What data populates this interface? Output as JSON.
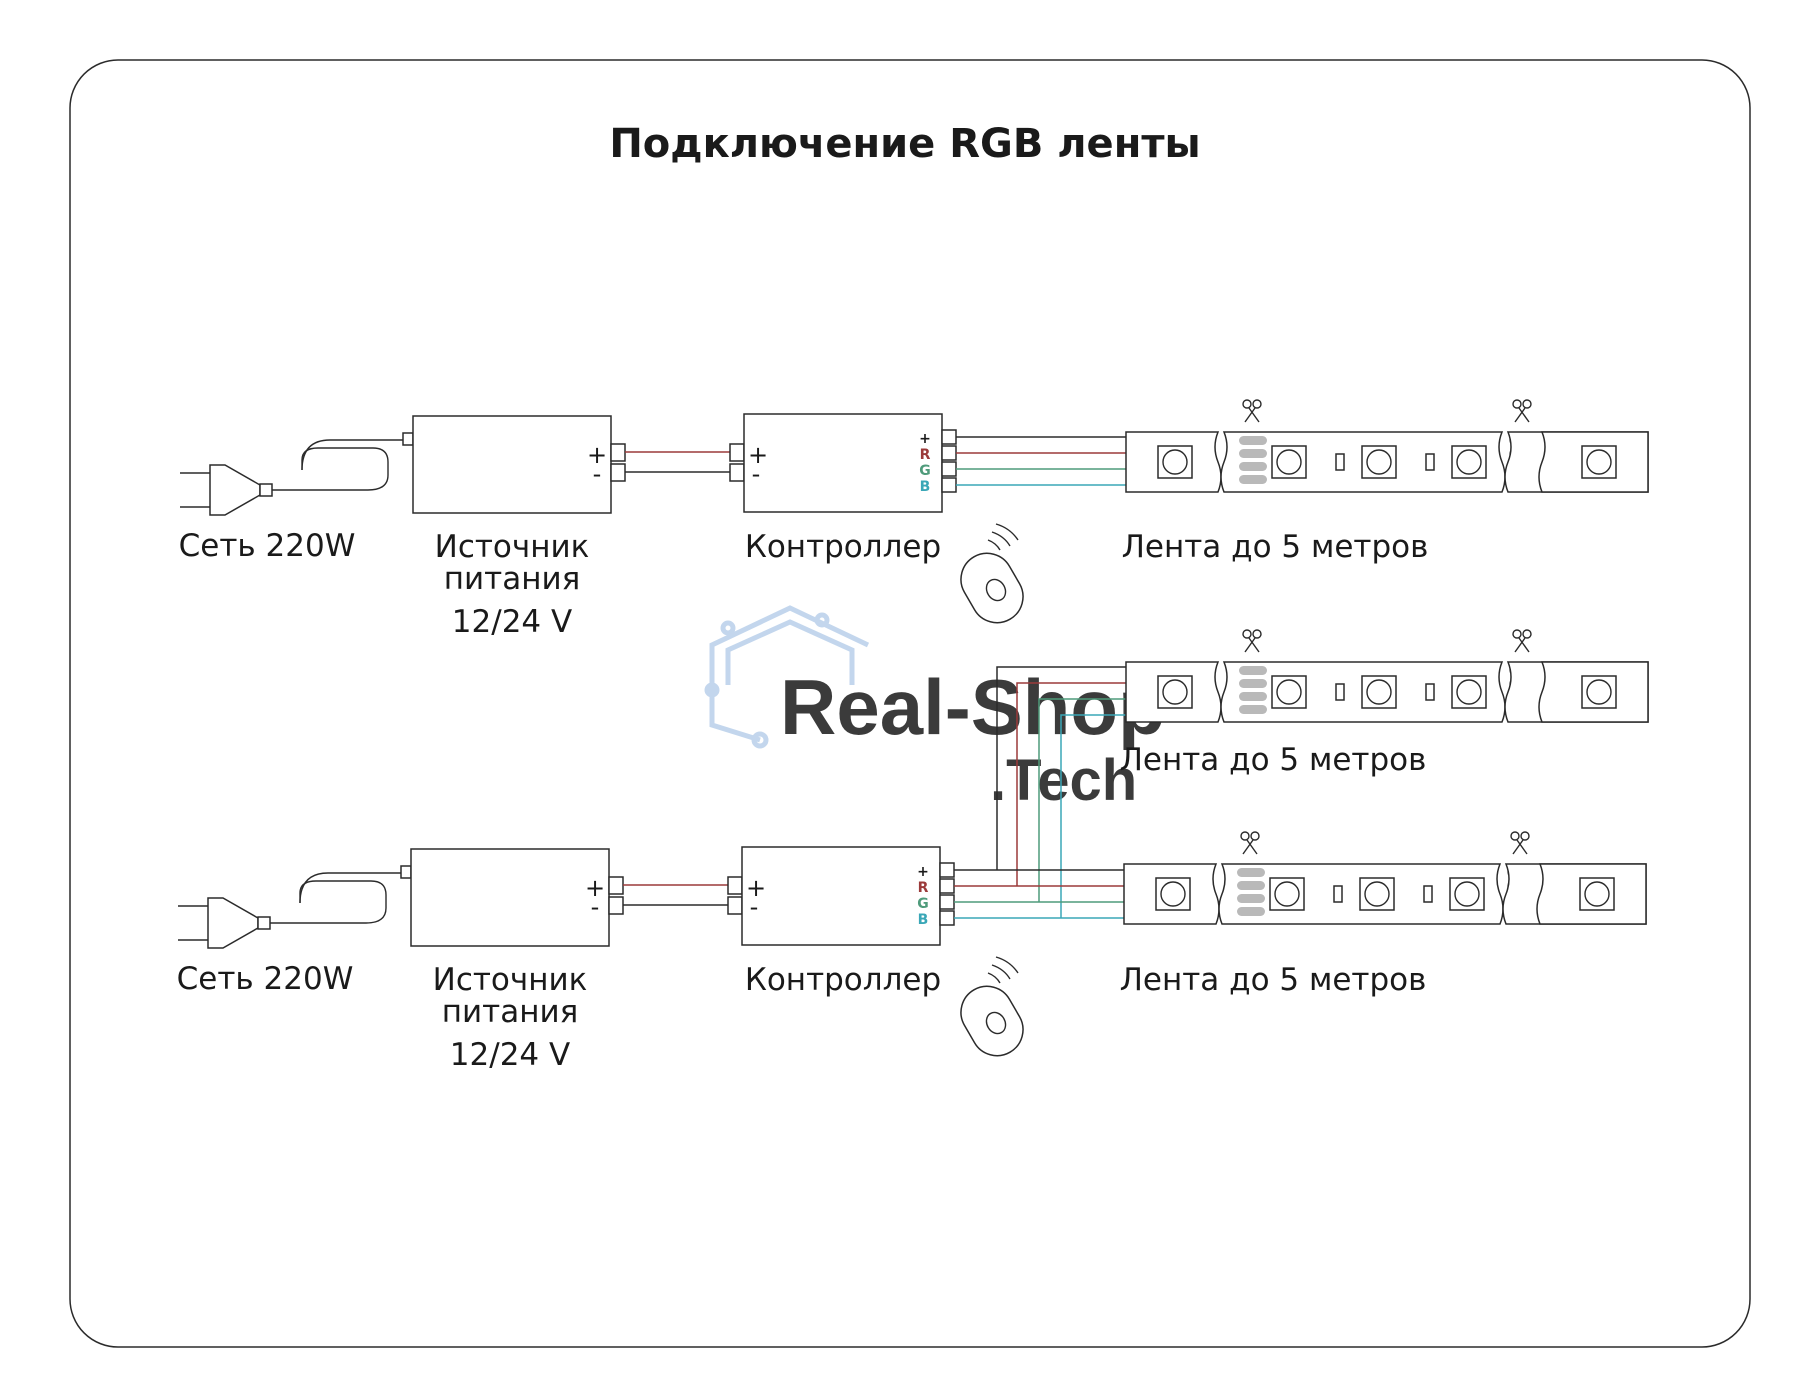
{
  "title": "Подключение RGB ленты",
  "colors": {
    "frame": "#2b2b2b",
    "wire_plus": "#2b2b2b",
    "wire_minus": "#2b2b2b",
    "wire_r": "#9b3a3a",
    "wire_g": "#4f9b7b",
    "wire_b": "#3aa7b7",
    "pad": "#b9b9b9",
    "watermark": "#a9d3ee"
  },
  "upper": {
    "mains_label": "Сеть 220W",
    "psu_label_line1": "Источник",
    "psu_label_line2": "питания",
    "psu_voltage": "12/24 V",
    "psu_plus": "+",
    "psu_minus": "-",
    "controller_in_plus": "+",
    "controller_in_minus": "-",
    "controller_label": "Контроллер",
    "out_pins": {
      "plus": "+",
      "r": "R",
      "g": "G",
      "b": "B"
    },
    "strip_label": "Лента до 5 метров"
  },
  "middle": {
    "strip_label": "Лента до 5 метров"
  },
  "lower": {
    "mains_label": "Сеть 220W",
    "psu_label_line1": "Источник",
    "psu_label_line2": "питания",
    "psu_voltage": "12/24 V",
    "psu_plus": "+",
    "psu_minus": "-",
    "controller_in_plus": "+",
    "controller_in_minus": "-",
    "controller_label": "Контроллер",
    "out_pins": {
      "plus": "+",
      "r": "R",
      "g": "G",
      "b": "B"
    },
    "strip_label": "Лента до 5 метров"
  },
  "watermark": {
    "line1": "Real-Shop",
    "line2": ".Tech"
  },
  "icons": {
    "plug": "plug-icon",
    "remote": "remote-icon",
    "signal": "signal-waves-icon",
    "scissors": "scissors-icon",
    "led": "led-chip-icon"
  }
}
